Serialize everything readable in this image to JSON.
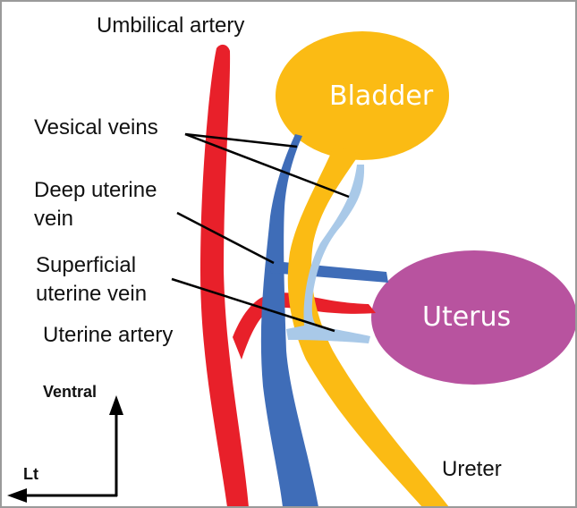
{
  "labels": {
    "umbilical_artery": "Umbilical artery",
    "vesical_veins": "Vesical veins",
    "deep_uterine_vein_line1": "Deep uterine",
    "deep_uterine_vein_line2": "vein",
    "superficial_uterine_vein_line1": "Superficial",
    "superficial_uterine_vein_line2": "uterine vein",
    "uterine_artery": "Uterine artery",
    "ureter": "Ureter"
  },
  "organs": {
    "bladder": "Bladder",
    "uterus": "Uterus"
  },
  "axes": {
    "ventral": "Ventral",
    "lt": "Lt"
  },
  "colors": {
    "artery": "#e8202a",
    "vein": "#3f6db8",
    "superficial_vein": "#a9c9e8",
    "ureter_bladder": "#fbbb14",
    "uterus": "#b8539f",
    "leader": "#000000"
  }
}
